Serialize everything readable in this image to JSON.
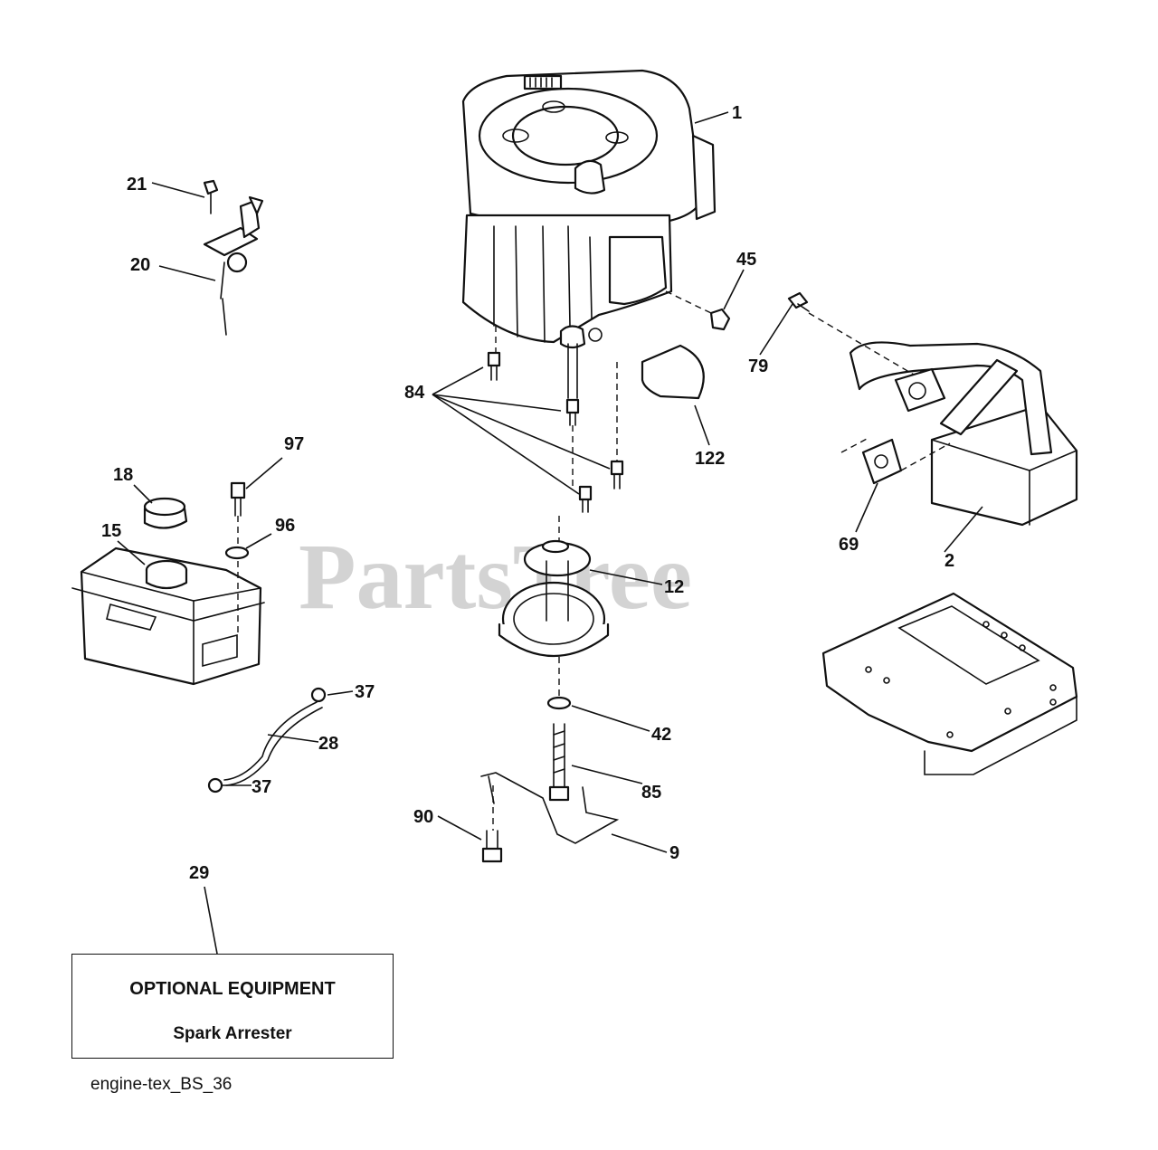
{
  "watermark": "PartsTree",
  "callouts": {
    "c1": "1",
    "c2": "2",
    "c9": "9",
    "c12": "12",
    "c15": "15",
    "c18": "18",
    "c20": "20",
    "c21": "21",
    "c28": "28",
    "c29": "29",
    "c37a": "37",
    "c37b": "37",
    "c42": "42",
    "c45": "45",
    "c69": "69",
    "c79": "79",
    "c84": "84",
    "c85": "85",
    "c90": "90",
    "c96": "96",
    "c97": "97",
    "c122": "122"
  },
  "optional_box": {
    "title": "OPTIONAL EQUIPMENT",
    "subtitle": "Spark Arrester"
  },
  "diagram_ref": "engine-tex_BS_36"
}
